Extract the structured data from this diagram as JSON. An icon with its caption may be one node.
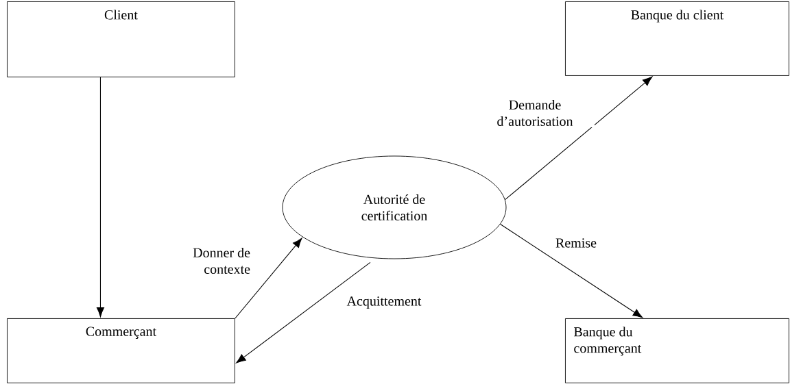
{
  "diagram": {
    "nodes": [
      {
        "text": [
          "Client"
        ]
      },
      {
        "text": [
          "Banque du client"
        ]
      },
      {
        "text": [
          "Autorité de certification"
        ]
      },
      {
        "text": [
          "Commerçant"
        ]
      },
      {
        "text": [
          "Banque du commerçant"
        ]
      }
    ],
    "edges": [
      {
        "from": 0,
        "to": 3,
        "arrow": "to"
      },
      {
        "from": 3,
        "to": 2,
        "arrow": "to",
        "label": "Donner de contexte"
      },
      {
        "from": 2,
        "to": 3,
        "arrow": "to",
        "label": "Acquittement"
      },
      {
        "from": 2,
        "to": 1,
        "arrow": "to",
        "label": "Demande d’autorisation"
      },
      {
        "from": 2,
        "to": 4,
        "arrow": "to",
        "label": "Remise"
      }
    ]
  }
}
